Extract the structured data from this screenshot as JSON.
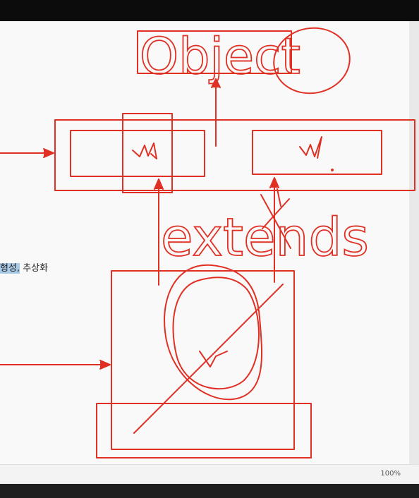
{
  "document": {
    "text_highlighted": "형성,",
    "text_rest": " 추상화"
  },
  "annotations": {
    "object_label": "Object",
    "extends_label": "extends",
    "ink_color": "#e03024"
  },
  "status_bar": {
    "zoom": "100%"
  }
}
